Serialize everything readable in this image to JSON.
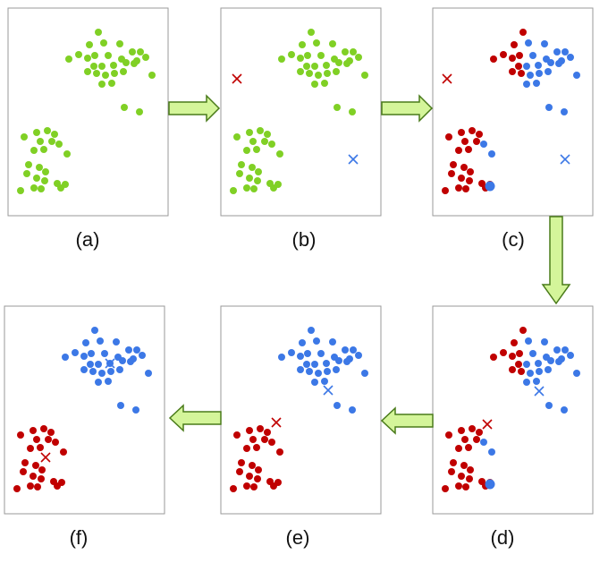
{
  "panels": [
    {
      "label": "(a)"
    },
    {
      "label": "(b)"
    },
    {
      "label": "(c)"
    },
    {
      "label": "(d)"
    },
    {
      "label": "(e)"
    },
    {
      "label": "(f)"
    }
  ],
  "colors": {
    "unassigned": "#80d025",
    "cluster_red": "#c00000",
    "cluster_blue": "#3c78e6",
    "arrow_fill": "#d4f59a",
    "arrow_stroke": "#4a7b1a",
    "frame": "#9a9a9a"
  }
}
